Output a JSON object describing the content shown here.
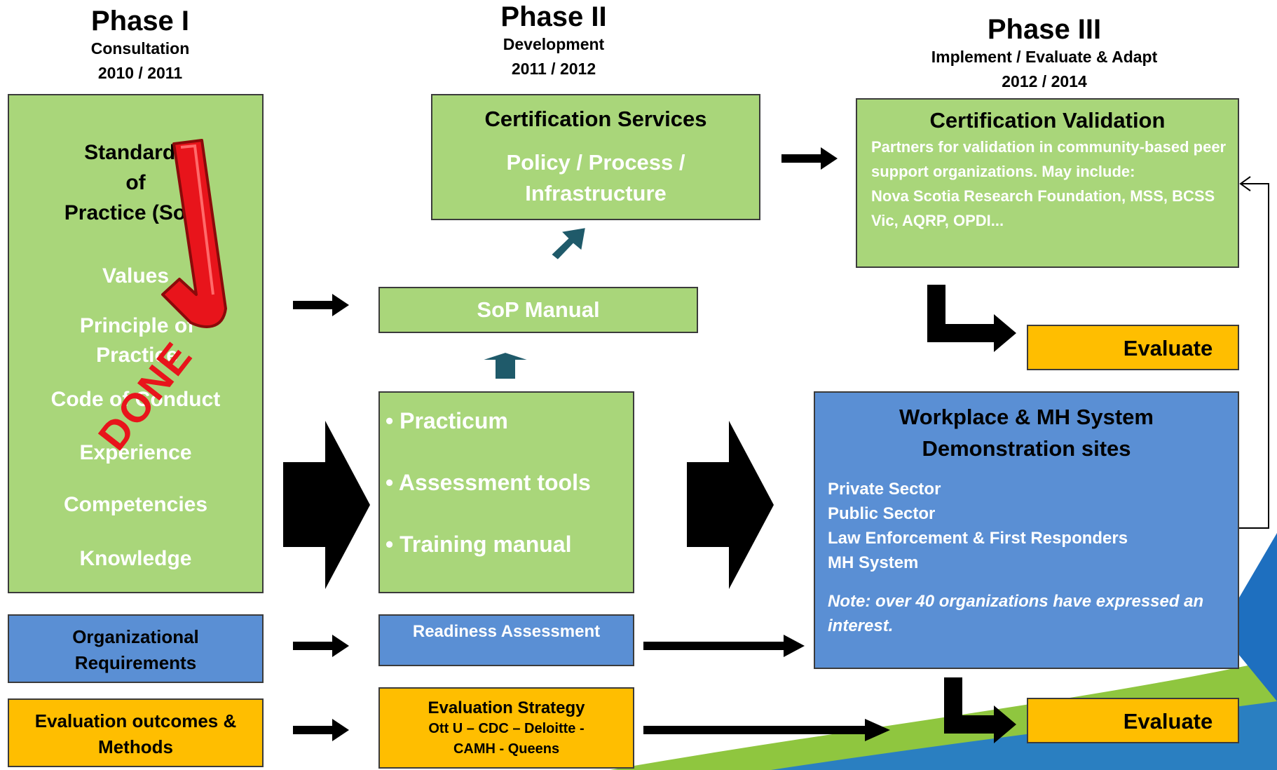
{
  "phases": {
    "p1": {
      "title": "Phase I",
      "sub1": "Consultation",
      "sub2": "2010 / 2011"
    },
    "p2": {
      "title": "Phase II",
      "sub1": "Development",
      "sub2": "2011 / 2012"
    },
    "p3": {
      "title": "Phase III",
      "sub1": "Implement / Evaluate & Adapt",
      "sub2": "2012 / 2014"
    }
  },
  "sop_box": {
    "heading": [
      "Standards",
      "of",
      "Practice (SoP)"
    ],
    "items": [
      "Values",
      "Principle of Practice",
      "Code of Conduct",
      "Experience",
      "Competencies",
      "Knowledge"
    ],
    "stamp": "DONE"
  },
  "org_req": "Organizational Requirements",
  "eval_outcomes": "Evaluation outcomes & Methods",
  "cert_services": {
    "title": "Certification Services",
    "body": "Policy / Process / Infrastructure"
  },
  "sop_manual": "SoP Manual",
  "dev_list": [
    "• Practicum",
    "• Assessment tools",
    "• Training  manual"
  ],
  "readiness": "Readiness Assessment",
  "eval_strategy": {
    "title": "Evaluation Strategy",
    "line1": "Ott U – CDC – Deloitte -",
    "line2": "CAMH - Queens"
  },
  "cert_validation": {
    "title": "Certification Validation",
    "body": "Partners for validation in community-based peer support organizations. May include:",
    "partners": "Nova Scotia Research Foundation, MSS, BCSS Vic, AQRP, OPDI..."
  },
  "evaluate_labels": [
    "Evaluate",
    "Evaluate"
  ],
  "workplace": {
    "title1": "Workplace  & MH System",
    "title2": "Demonstration sites",
    "sectors": [
      "Private Sector",
      "Public Sector",
      "Law Enforcement & First Responders",
      "MH System"
    ],
    "note": "Note: over 40 organizations have expressed an interest."
  },
  "colors": {
    "green": "#a9d67a",
    "blue": "#5a8fd4",
    "orange": "#ffbe00",
    "check_red": "#e8141b",
    "arrow_teal": "#1f5a6a"
  }
}
